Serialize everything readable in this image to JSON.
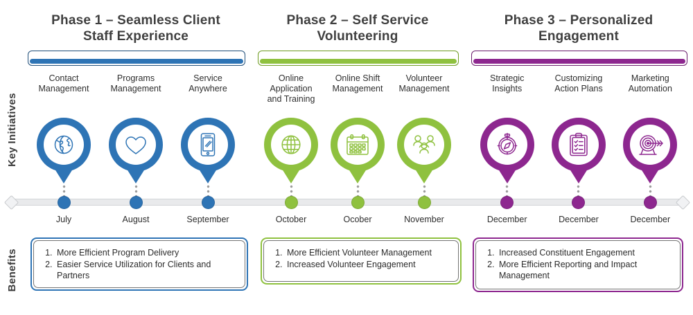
{
  "rails": {
    "initiatives": "Key Initiatives",
    "benefits": "Benefits"
  },
  "colors": {
    "phase1": "#2e74b5",
    "phase1_dark": "#1f4e79",
    "phase2": "#8fc13f",
    "phase2_dark": "#6e9c22",
    "phase3": "#8d278f",
    "phase3_dark": "#6b1d6d",
    "timeline": "#e9eaec",
    "text": "#2e2e2e"
  },
  "phases": [
    {
      "id": "phase-1",
      "title_line1": "Phase 1 – Seamless Client",
      "title_line2": "Staff Experience",
      "color_key": "phase1",
      "initiatives": [
        {
          "label": "Contact\nManagement",
          "icon": "globe-americas-icon",
          "month": "July"
        },
        {
          "label": "Programs\nManagement",
          "icon": "heart-icon",
          "month": "August"
        },
        {
          "label": "Service\nAnywhere",
          "icon": "mobile-phone-icon",
          "month": "September"
        }
      ],
      "benefits": [
        "More Efficient Program Delivery",
        "Easier Service Utilization for Clients and Partners"
      ]
    },
    {
      "id": "phase-2",
      "title_line1": "Phase 2 – Self Service",
      "title_line2": "Volunteering",
      "color_key": "phase2",
      "initiatives": [
        {
          "label": "Online\nApplication\nand Training",
          "icon": "globe-grid-icon",
          "month": "October"
        },
        {
          "label": "Online Shift\nManagement",
          "icon": "calendar-icon",
          "month": "Ocober"
        },
        {
          "label": "Volunteer\nManagement",
          "icon": "people-group-icon",
          "month": "November"
        }
      ],
      "benefits": [
        "More Efficient Volunteer Management",
        "Increased Volunteer Engagement"
      ]
    },
    {
      "id": "phase-3",
      "title_line1": "Phase 3 – Personalized",
      "title_line2": "Engagement",
      "color_key": "phase3",
      "initiatives": [
        {
          "label": "Strategic\nInsights",
          "icon": "compass-icon",
          "month": "December"
        },
        {
          "label": "Customizing\nAction Plans",
          "icon": "clipboard-check-icon",
          "month": "December"
        },
        {
          "label": "Marketing\nAutomation",
          "icon": "target-arrow-icon",
          "month": "December"
        }
      ],
      "benefits": [
        "Increased Constituent Engagement",
        "More Efficient Reporting and Impact Management"
      ]
    }
  ]
}
